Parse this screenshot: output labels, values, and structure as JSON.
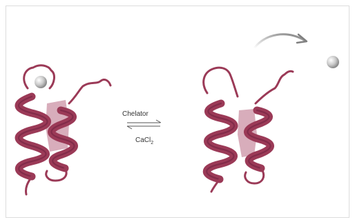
{
  "forward_label": "Chelator",
  "reverse_label": "CaCl",
  "reverse_label_subscript": "2",
  "colors": {
    "helix": "#9b3a57",
    "helix_dark": "#6e2240",
    "helix_light": "#c88a9e",
    "ion": "#c8c8c8",
    "arrow": "#9a9a9a"
  },
  "icons": {
    "bound_ion": "calcium-ion-sphere",
    "free_ion": "calcium-ion-sphere",
    "release_arrow": "curved-arrow-icon",
    "equilibrium": "equilibrium-arrows-icon"
  }
}
